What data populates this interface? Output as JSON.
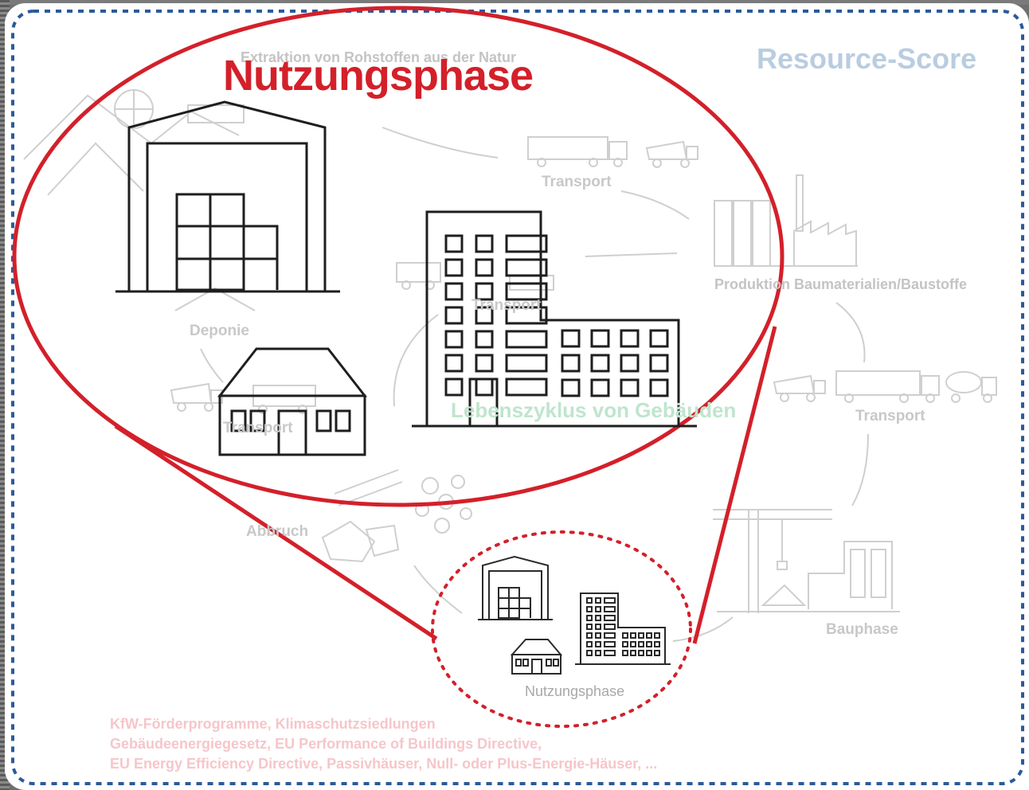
{
  "header": {
    "resource_score": "Resource-Score",
    "headline": "Nutzungsphase",
    "extraction": "Extraktion von Rohstoffen aus der Natur"
  },
  "stages": {
    "transport_top": "Transport",
    "produktion": "Produktion Baumaterialien/Baustoffe",
    "transport_right": "Transport",
    "bauphase": "Bauphase",
    "nutzungsphase": "Nutzungsphase",
    "abbruch": "Abbruch",
    "deponie": "Deponie",
    "transport_mid": "Transport",
    "transport_left": "Transport"
  },
  "center_label": "Lebenszyklus von Gebäuden",
  "footer": {
    "line1": "KfW-Förderprogramme, Klimaschutzsiedlungen",
    "line2": "Gebäudeenergiegesetz, EU Performance of Buildings Directive,",
    "line3": "EU Energy Efficiency Directive, Passivhäuser, Null- oder Plus-Energie-Häuser, ..."
  },
  "colors": {
    "accent_red": "#d3202a",
    "frame_blue": "#2b5a9a",
    "faint_gray": "#c8c8c8",
    "score_blue": "#b9cde0",
    "green": "#bfe5cd",
    "pink": "#f6c6ca"
  }
}
